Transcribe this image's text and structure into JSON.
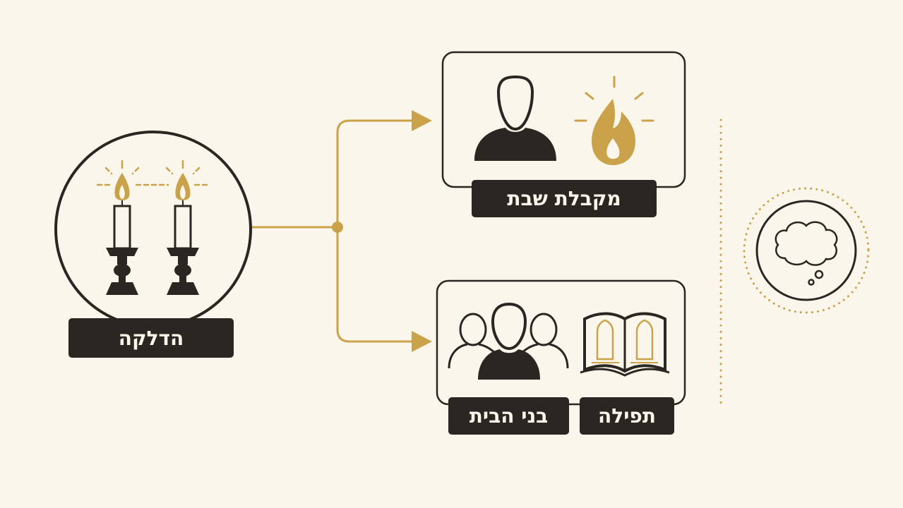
{
  "nodes": {
    "lighting": {
      "label": "הדלקה",
      "icon": "shabbat-candles-icon"
    },
    "kabbalat_shabbat": {
      "label": "מקבלת שבת",
      "icons": [
        "person-icon",
        "flame-icon"
      ]
    },
    "household": {
      "label": "בני הבית",
      "icon": "group-people-icon"
    },
    "prayer": {
      "label": "תפילה",
      "icon": "open-book-icon"
    },
    "thought": {
      "icon": "thought-bubble-icon"
    }
  },
  "colors": {
    "background": "#fbf6ec",
    "ink": "#2b2621",
    "accent": "#c9a24a"
  }
}
